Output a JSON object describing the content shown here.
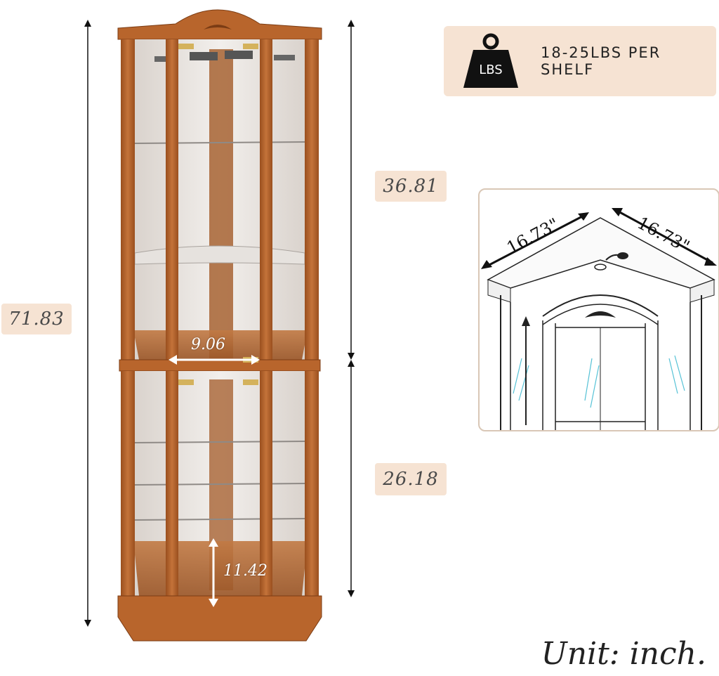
{
  "overall_height": "71.83",
  "upper_height": "36.81",
  "lower_height": "26.18",
  "inner_width": "9.06",
  "inner_shelf_spacing": "11.42",
  "weight": {
    "icon_label": "LBS",
    "capacity_text": "18-25LBS PER SHELF"
  },
  "top_view": {
    "side_left": "16.73\"",
    "side_right": "16.73\""
  },
  "unit_note": "Unit: inch.",
  "colors": {
    "wood": "#b8652c",
    "wood_dark": "#8a4519",
    "tag_bg": "#f6e3d3",
    "glass": "#e8e4e0"
  }
}
